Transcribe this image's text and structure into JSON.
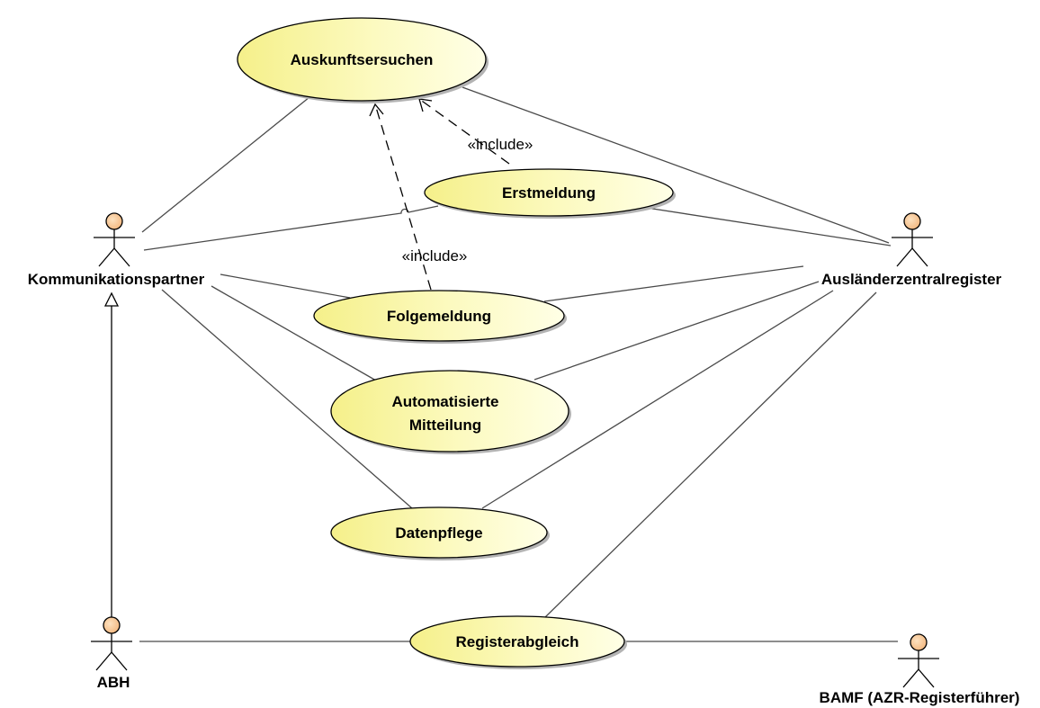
{
  "diagram": {
    "use_cases": {
      "auskunftsersuchen": "Auskunftsersuchen",
      "erstmeldung": "Erstmeldung",
      "folgemeldung": "Folgemeldung",
      "automatisierte_line1": "Automatisierte",
      "automatisierte_line2": "Mitteilung",
      "datenpflege": "Datenpflege",
      "registerabgleich": "Registerabgleich"
    },
    "actors": {
      "kommunikationspartner": "Kommunikationspartner",
      "auslaenderzentralregister": "Ausländerzentralregister",
      "abh": "ABH",
      "bamf": "BAMF (AZR-Registerführer)"
    },
    "stereotypes": {
      "include_1": "«include»",
      "include_2": "«include»"
    },
    "colors": {
      "usecase_fill_light": "#ffffd6",
      "usecase_fill_dark": "#f5f08a",
      "actor_head": "#f7c89a"
    }
  }
}
